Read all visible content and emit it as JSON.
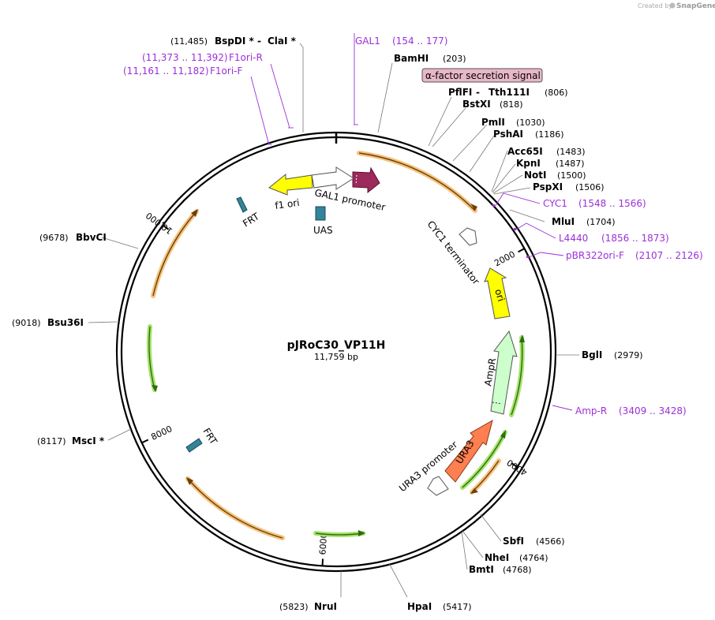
{
  "watermark": {
    "prefix": "Created by",
    "brand": "SnapGene"
  },
  "plasmid": {
    "name": "pJRoC30_VP11H",
    "length_label": "11,759 bp",
    "length": 11759
  },
  "ticks": [
    {
      "label": "2000",
      "pos": 2000
    },
    {
      "label": "4000",
      "pos": 4000
    },
    {
      "label": "6000",
      "pos": 6000
    },
    {
      "label": "8000",
      "pos": 8000
    },
    {
      "label": "10,000",
      "pos": 10000
    }
  ],
  "sites": [
    {
      "name": "BspDI *",
      "joiner": " - ",
      "name2": "ClaI *",
      "pos_label": "(11,485)",
      "pos": 11485,
      "side": "left"
    },
    {
      "name": "BamHI",
      "pos_label": "(203)",
      "pos": 203,
      "side": "right"
    },
    {
      "name": "PflFI",
      "joiner": " - ",
      "name2": "Tth111I",
      "pos_label": "(806)",
      "pos": 806,
      "side": "right"
    },
    {
      "name": "BstXI",
      "pos_label": "(818)",
      "pos": 818,
      "side": "right"
    },
    {
      "name": "PmlI",
      "pos_label": "(1030)",
      "pos": 1030,
      "side": "right"
    },
    {
      "name": "PshAI",
      "pos_label": "(1186)",
      "pos": 1186,
      "side": "right"
    },
    {
      "name": "Acc65I",
      "pos_label": "(1483)",
      "pos": 1483,
      "side": "right"
    },
    {
      "name": "KpnI",
      "pos_label": "(1487)",
      "pos": 1487,
      "side": "right"
    },
    {
      "name": "NotI",
      "pos_label": "(1500)",
      "pos": 1500,
      "side": "right"
    },
    {
      "name": "PspXI",
      "pos_label": "(1506)",
      "pos": 1506,
      "side": "right"
    },
    {
      "name": "MluI",
      "pos_label": "(1704)",
      "pos": 1704,
      "side": "right"
    },
    {
      "name": "BglI",
      "pos_label": "(2979)",
      "pos": 2979,
      "side": "right"
    },
    {
      "name": "SbfI",
      "pos_label": "(4566)",
      "pos": 4566,
      "side": "right"
    },
    {
      "name": "NheI",
      "pos_label": "(4764)",
      "pos": 4764,
      "side": "right"
    },
    {
      "name": "BmtI",
      "pos_label": "(4768)",
      "pos": 4768,
      "side": "right"
    },
    {
      "name": "HpaI",
      "pos_label": "(5417)",
      "pos": 5417,
      "side": "right"
    },
    {
      "name": "NruI",
      "pos_label": "(5823)",
      "pos": 5823,
      "side": "left"
    },
    {
      "name": "MscI *",
      "pos_label": "(8117)",
      "pos": 8117,
      "side": "left"
    },
    {
      "name": "Bsu36I",
      "pos_label": "(9018)",
      "pos": 9018,
      "side": "left"
    },
    {
      "name": "BbvCI",
      "pos_label": "(9678)",
      "pos": 9678,
      "side": "left"
    }
  ],
  "primers": [
    {
      "name": "GAL1",
      "range": "(154 .. 177)",
      "side": "right"
    },
    {
      "name": "F1ori-R",
      "range": "(11,373 .. 11,392)",
      "side": "left"
    },
    {
      "name": "F1ori-F",
      "range": "(11,161 .. 11,182)",
      "side": "left"
    },
    {
      "name": "CYC1",
      "range": "(1548 .. 1566)",
      "side": "right"
    },
    {
      "name": "L4440",
      "range": "(1856 .. 1873)",
      "side": "right"
    },
    {
      "name": "pBR322ori-F",
      "range": "(2107 .. 2126)",
      "side": "right"
    },
    {
      "name": "Amp-R",
      "range": "(3409 .. 3428)",
      "side": "right"
    }
  ],
  "features": [
    {
      "name": "α-factor secretion signal",
      "boxed": true,
      "color": "#e8b7c7"
    },
    {
      "name": "GAL1 promoter",
      "color": "#ffffff"
    },
    {
      "name": "f1 ori",
      "color": "#ffff00"
    },
    {
      "name": "FRT",
      "color": "#31849b"
    },
    {
      "name": "UAS",
      "color": "#31849b"
    },
    {
      "name": "CYC1 terminator",
      "color": "#ffffff"
    },
    {
      "name": "ori",
      "color": "#ffff00"
    },
    {
      "name": "AmpR",
      "color": "#ccffcc"
    },
    {
      "name": "URA3",
      "color": "#ff7f50"
    },
    {
      "name": "URA3 promoter",
      "color": "#ffffff"
    },
    {
      "name": "FRT",
      "color": "#31849b"
    }
  ],
  "colors": {
    "orf_orange": "#f5c27a",
    "orf_green": "#a6e36a",
    "primer": "#9b30d8",
    "feature_magenta": "#9c2a5b",
    "backbone": "#000000"
  }
}
